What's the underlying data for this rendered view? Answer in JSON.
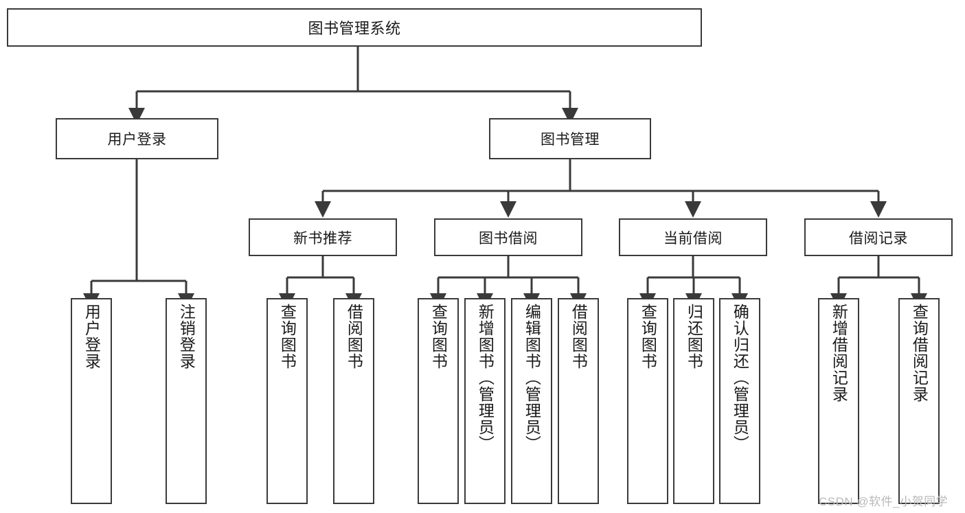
{
  "diagram": {
    "type": "tree-hierarchy",
    "title": "图书管理系统",
    "root": {
      "label": "图书管理系统"
    },
    "level2": [
      {
        "label": "用户登录"
      },
      {
        "label": "图书管理"
      }
    ],
    "level3": [
      {
        "label": "新书推荐"
      },
      {
        "label": "图书借阅"
      },
      {
        "label": "当前借阅"
      },
      {
        "label": "借阅记录"
      }
    ],
    "leaves": {
      "user_login": [
        {
          "label": "用户登录"
        },
        {
          "label": "注销登录"
        }
      ],
      "new_book_recommend": [
        {
          "label": "查询图书"
        },
        {
          "label": "借阅图书"
        }
      ],
      "book_borrow": [
        {
          "label": "查询图书"
        },
        {
          "label": "新增图书（管理员）"
        },
        {
          "label": "编辑图书（管理员）"
        },
        {
          "label": "借阅图书"
        }
      ],
      "current_borrow": [
        {
          "label": "查询图书"
        },
        {
          "label": "归还图书"
        },
        {
          "label": "确认归还（管理员）"
        }
      ],
      "borrow_records": [
        {
          "label": "新增借阅记录"
        },
        {
          "label": "查询借阅记录"
        }
      ]
    }
  },
  "watermark": {
    "text": "CSDN @软件_小贺同学"
  },
  "colors": {
    "border": "#3a3a3a",
    "background": "#ffffff",
    "text": "#1a1a1a",
    "watermark": "#b9b9b9"
  }
}
